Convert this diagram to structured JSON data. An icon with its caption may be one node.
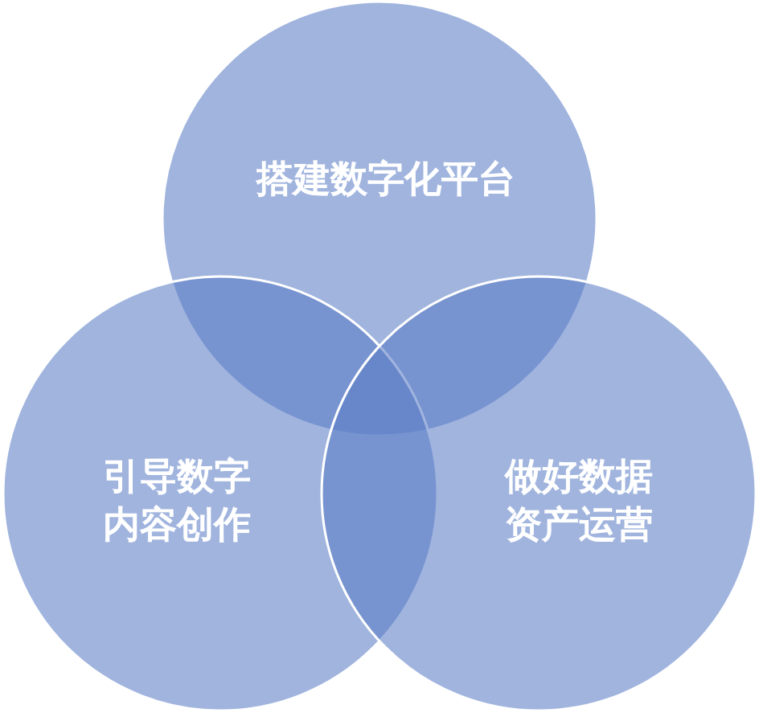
{
  "diagram": {
    "nodes": [
      {
        "text": [
          "搭建数字化平台"
        ]
      },
      {
        "text": [
          "引导数字内容创作"
        ]
      },
      {
        "text": [
          "做好数据资产运营"
        ]
      }
    ]
  }
}
